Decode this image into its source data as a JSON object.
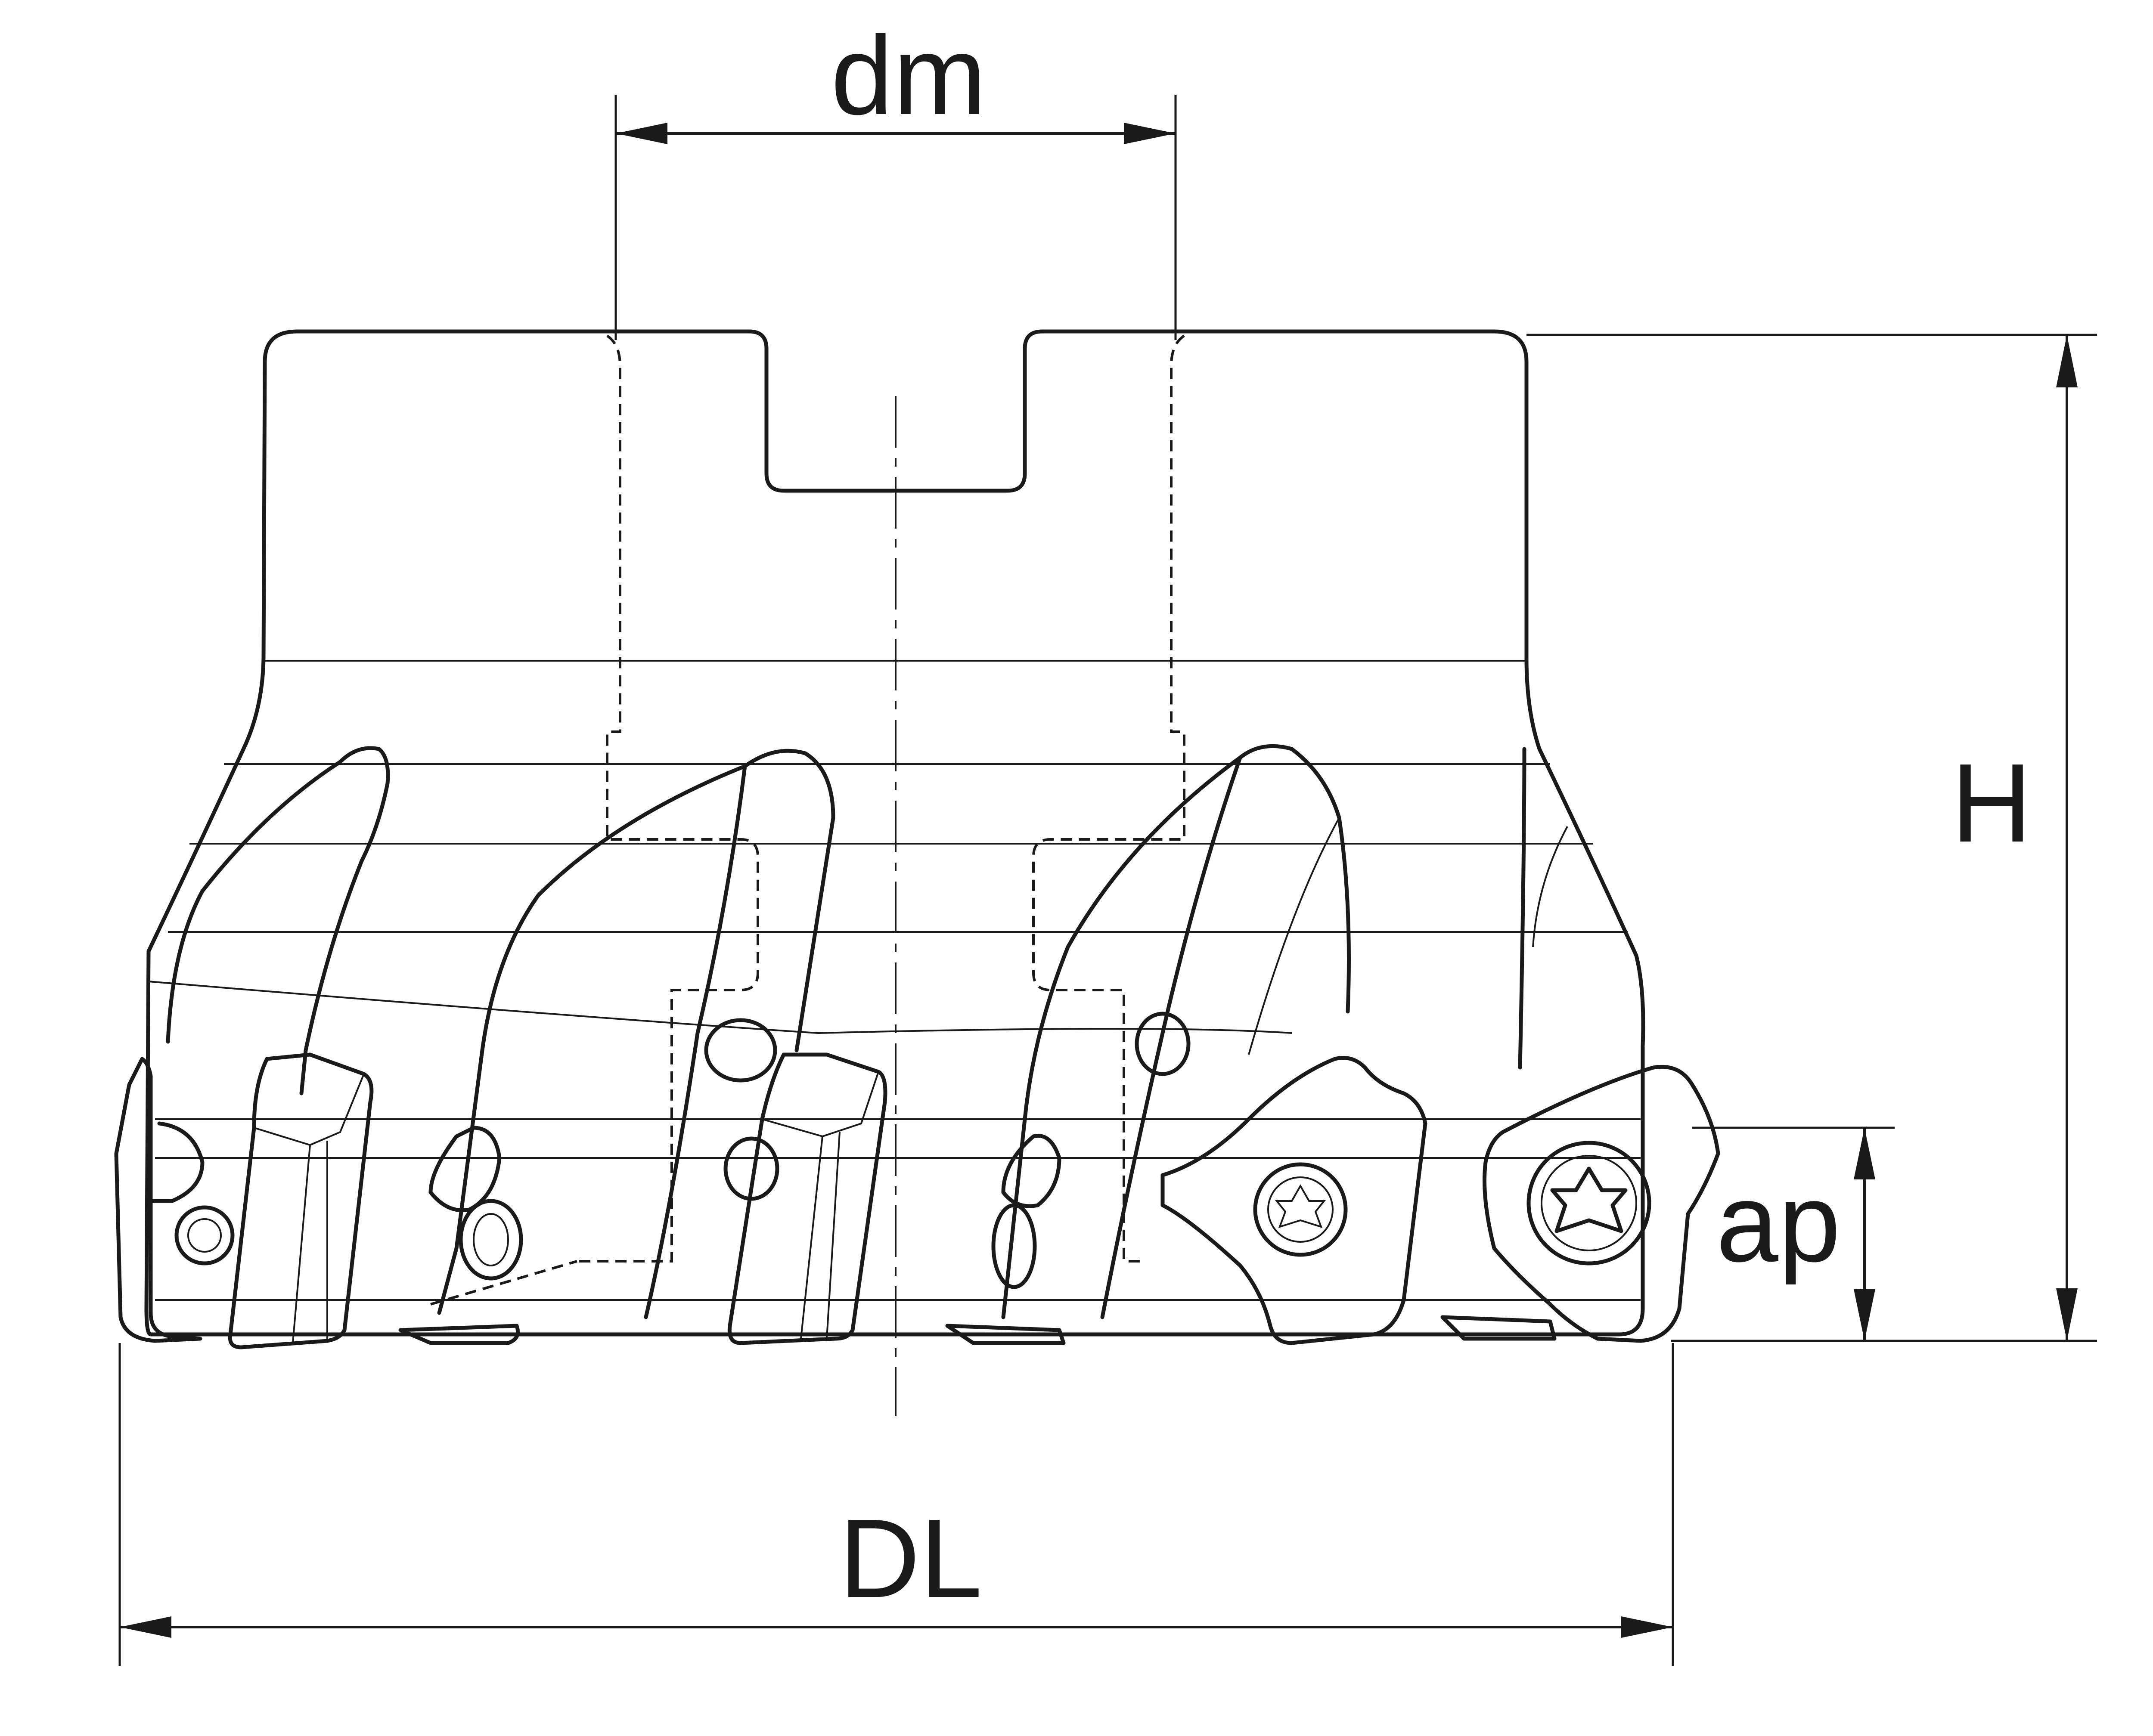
{
  "dimensions": {
    "dm": "dm",
    "H": "H",
    "ap": "ap",
    "DL": "DL"
  },
  "colors": {
    "body": "#cfd9e0",
    "insert": "#f9df73",
    "outline": "#1a1a1a",
    "background": "#ffffff"
  }
}
